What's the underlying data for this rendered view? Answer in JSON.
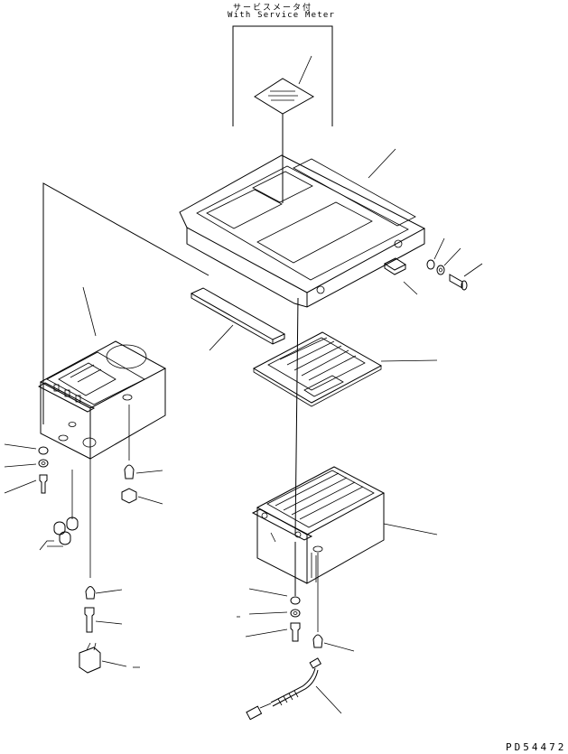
{
  "labels": {
    "option_japanese": "サービスメータ付",
    "option_english": "With Service Meter",
    "drawing_id": "PD54472"
  }
}
